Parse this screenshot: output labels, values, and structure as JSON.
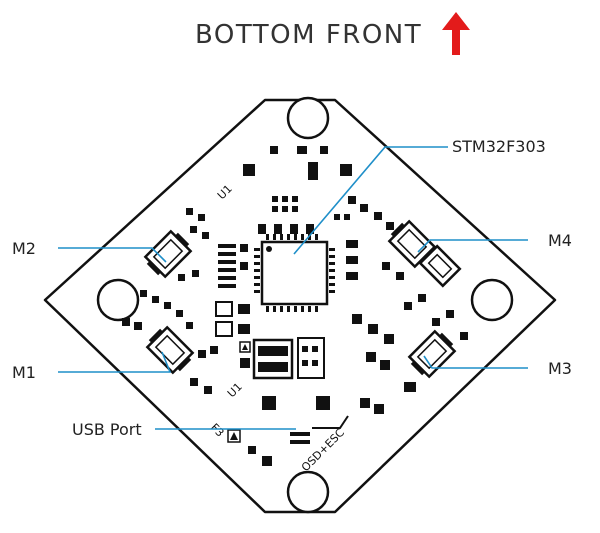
{
  "header": {
    "title": "BOTTOM  FRONT",
    "arrow_color": "#e31b1b"
  },
  "callouts": {
    "mcu": "STM32F303",
    "m1": "M1",
    "m2": "M2",
    "m3": "M3",
    "m4": "M4",
    "usb": "USB Port"
  },
  "silkscreen": {
    "u1_top": "U1",
    "u1_bottom": "U1",
    "f3": "F3",
    "osd_esc": "OSD+ESC"
  },
  "colors": {
    "callout_line": "#1f8fc9",
    "board": "#ffffff",
    "ink": "#111111"
  }
}
